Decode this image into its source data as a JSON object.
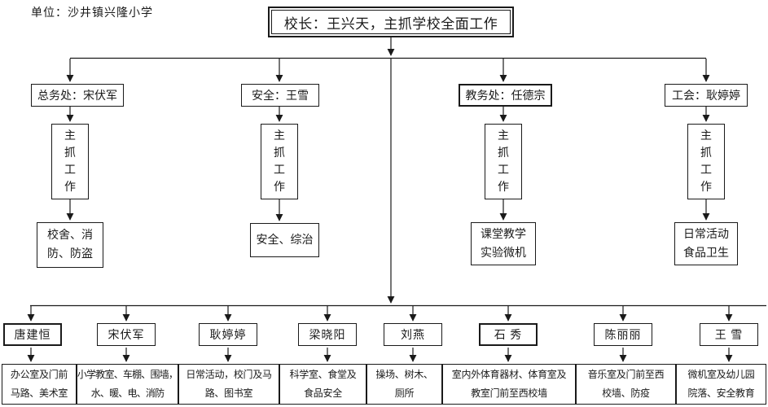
{
  "page": {
    "unit_label": "单位：沙井镇兴隆小学",
    "principal": "校长：王兴天，主抓学校全面工作"
  },
  "colors": {
    "ink": "#1a1a1a",
    "background": "#ffffff"
  },
  "branches": [
    {
      "head": "总务处：宋伏军",
      "middle": "主\n抓\n工\n作",
      "duty": "校舍、消\n防、防盗"
    },
    {
      "head": "安全：王雪",
      "middle": "主\n抓\n工\n作",
      "duty": "安全、综治"
    },
    {
      "head": "教务处：任德宗",
      "middle": "主\n抓\n工\n作",
      "duty": "课堂教学\n实验微机"
    },
    {
      "head": "工会：耿婷婷",
      "middle": "主\n抓\n工\n作",
      "duty": "日常活动\n食品卫生"
    }
  ],
  "staff": [
    {
      "name": "唐建恒",
      "duty": "办公室及门前\n马路、美术室"
    },
    {
      "name": "宋伏军",
      "duty": "小学教室、车棚、围墙，\n水、暖、电、消防"
    },
    {
      "name": "耿婷婷",
      "duty": "日常活动，校门及马\n路、图书室"
    },
    {
      "name": "梁晓阳",
      "duty": "科学室、食堂及\n食品安全"
    },
    {
      "name": "刘燕",
      "duty": "操场、树木、\n厕所"
    },
    {
      "name": "石 秀",
      "duty": "室内外体育器材、体育室及\n教室门前至西校墙"
    },
    {
      "name": "陈丽丽",
      "duty": "音乐室及门前至西\n校墙、防疫"
    },
    {
      "name": "王 雪",
      "duty": "微机室及幼儿园\n院落、安全教育"
    }
  ]
}
